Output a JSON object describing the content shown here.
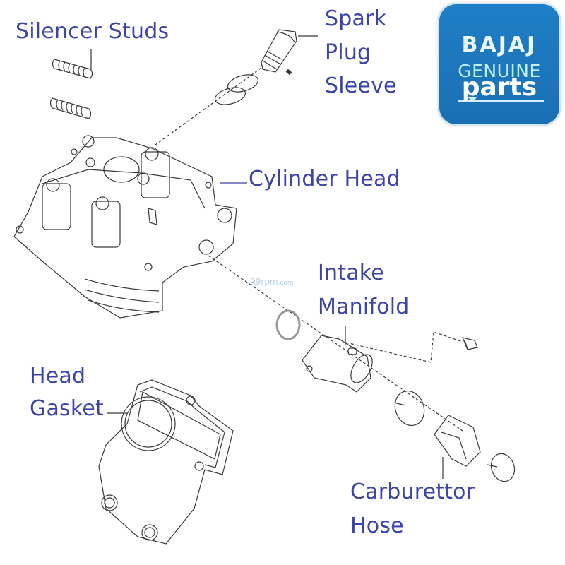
{
  "logo": {
    "brand": "BAJAJ",
    "line1": "GENUINE",
    "line2": "parts",
    "background_color": "#1a75bd"
  },
  "watermark": {
    "main": "99rpm",
    "suffix": ".com"
  },
  "labels": {
    "silencer_studs": [
      "Silencer Studs"
    ],
    "spark_plug_sleeve": [
      "Spark",
      "Plug",
      "Sleeve"
    ],
    "cylinder_head": [
      "Cylinder Head"
    ],
    "intake_manifold": [
      "Intake",
      "Manifold"
    ],
    "head_gasket": [
      "Head",
      "Gasket"
    ],
    "carburettor_hose": [
      "Carburettor",
      "Hose"
    ]
  },
  "label_color": "#3c44a8"
}
